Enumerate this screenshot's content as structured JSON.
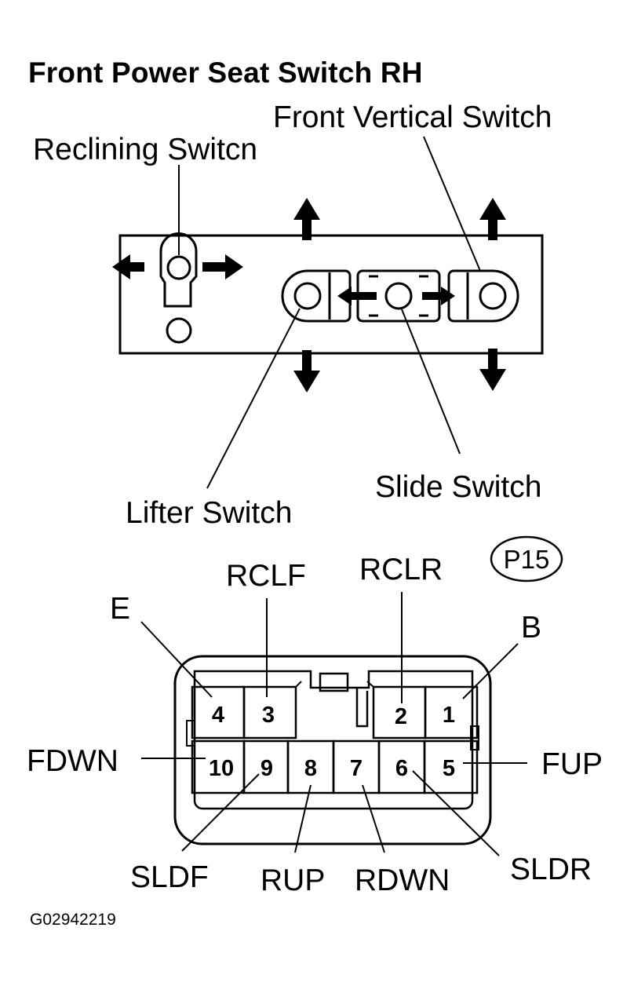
{
  "title": "Front Power Seat Switch RH",
  "labels": {
    "front_vertical_switch": "Front Vertical Switch",
    "reclining_switch": "Reclining Switcn",
    "lifter_switch": "Lifter Switch",
    "slide_switch": "Slide Switch"
  },
  "connector": {
    "id": "P15",
    "pins": [
      {
        "number": "1",
        "signal": "B"
      },
      {
        "number": "2",
        "signal": "RCLR"
      },
      {
        "number": "3",
        "signal": "RCLF"
      },
      {
        "number": "4",
        "signal": "E"
      },
      {
        "number": "5",
        "signal": "FUP"
      },
      {
        "number": "6",
        "signal": "SLDR"
      },
      {
        "number": "7",
        "signal": "RDWN"
      },
      {
        "number": "8",
        "signal": "RUP"
      },
      {
        "number": "9",
        "signal": "SLDF"
      },
      {
        "number": "10",
        "signal": "FDWN"
      }
    ]
  },
  "figure_id": "G02942219"
}
